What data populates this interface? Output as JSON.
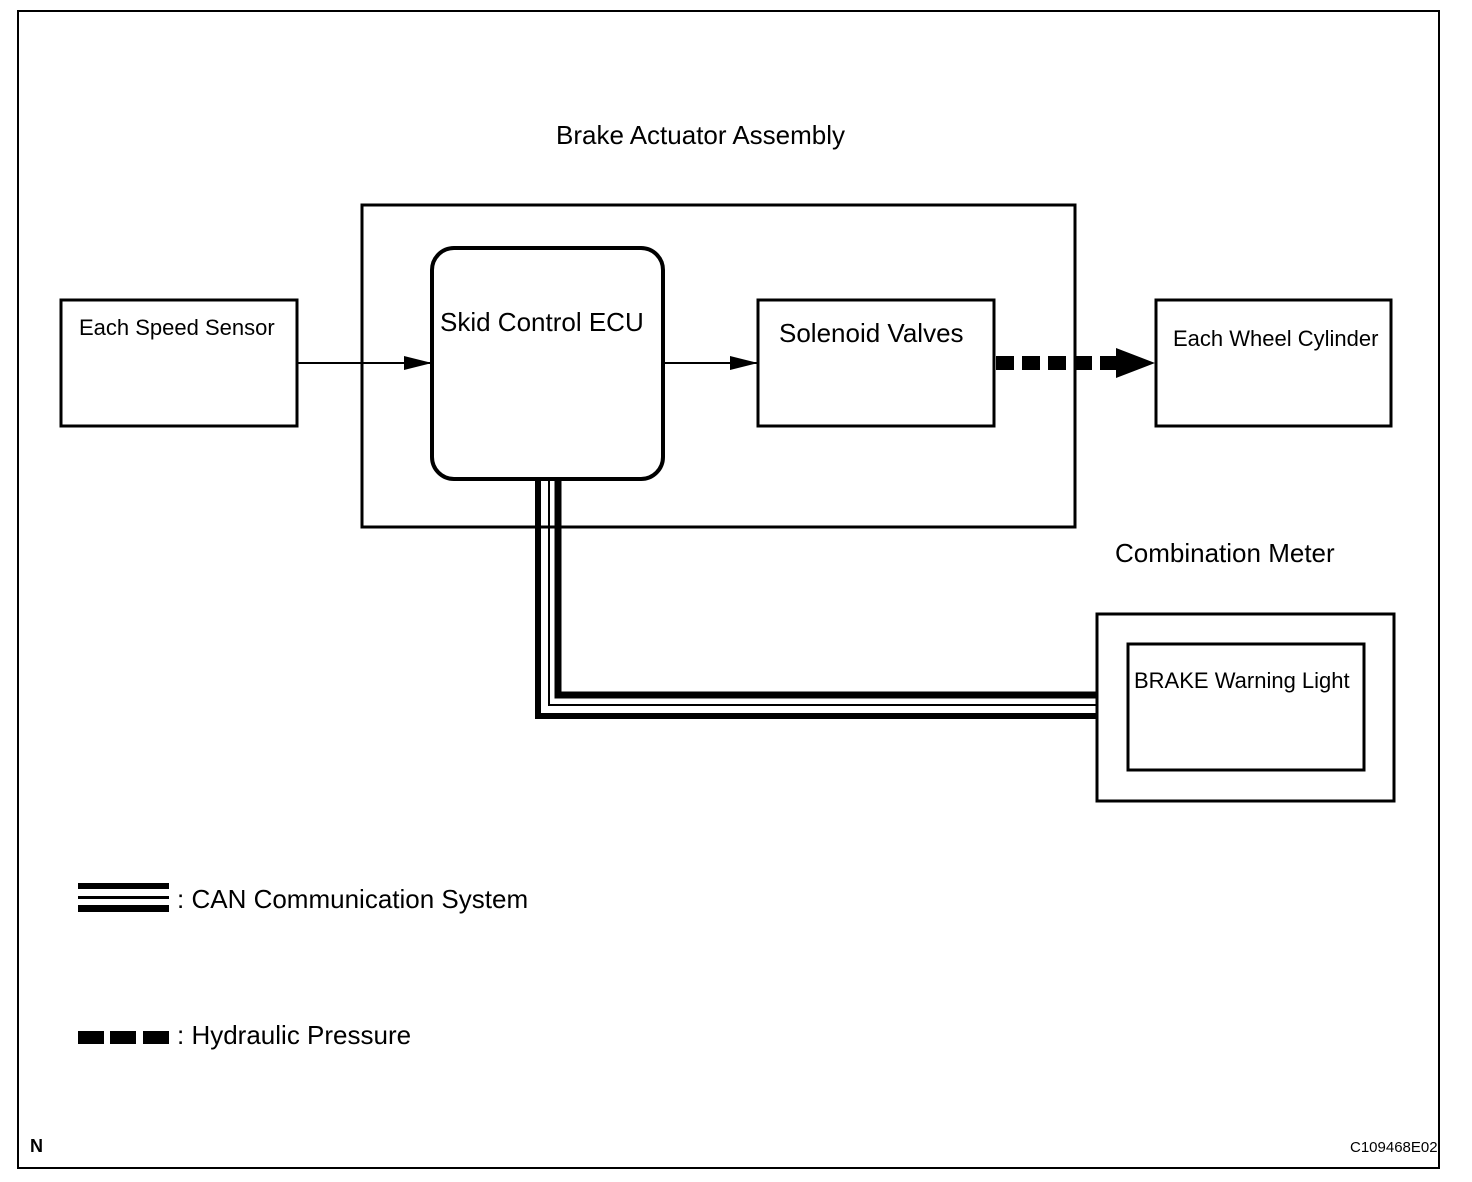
{
  "title": "Brake Actuator Assembly",
  "blocks": {
    "speed_sensor": "Each Speed Sensor",
    "skid_ecu": "Skid Control ECU",
    "solenoid": "Solenoid Valves",
    "wheel_cylinder": "Each Wheel Cylinder",
    "combination_meter": "Combination Meter",
    "brake_light": "BRAKE Warning Light"
  },
  "legend": {
    "can": ":  CAN Communication System",
    "hydraulic": ":  Hydraulic Pressure"
  },
  "footer": {
    "left_mark": "N",
    "figure_code": "C109468E02"
  }
}
